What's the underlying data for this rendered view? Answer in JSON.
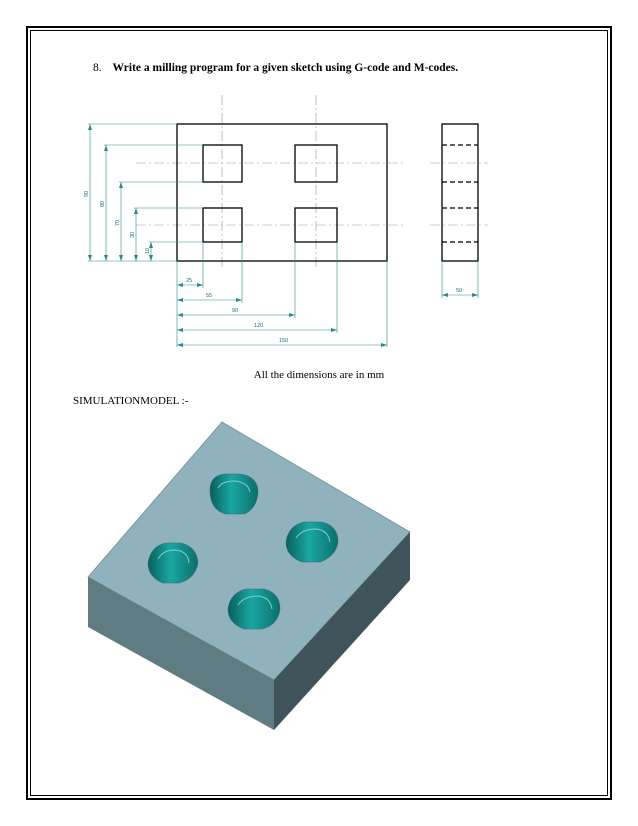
{
  "question": {
    "number": "8.",
    "text": "Write a milling program for a given sketch using G-code and M-codes."
  },
  "drawing": {
    "horizontal_dims": [
      "25",
      "55",
      "90",
      "120",
      "150"
    ],
    "vertical_dims": [
      "10",
      "30",
      "70",
      "80",
      "90"
    ],
    "side_width_dim": "50"
  },
  "note": "All the dimensions are in mm",
  "simulation_label": "SIMULATIONMODEL :-",
  "colors": {
    "dimension": "#1e6e6e",
    "model_top": "#8fb2bc",
    "model_left": "#5f7c83",
    "model_right": "#3f545a",
    "pocket": "#0d8a86"
  }
}
